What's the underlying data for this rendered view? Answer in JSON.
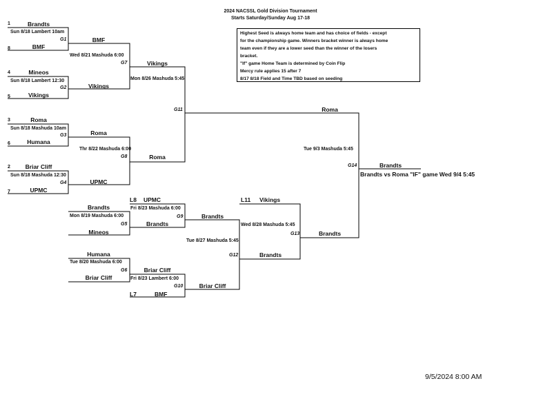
{
  "header": {
    "title": "2024  NACSSL Gold Division Tournament",
    "subtitle": "Starts Saturday/Sunday Aug 17-18"
  },
  "notes": [
    "Highest Seed is always home team and has choice of fields - except",
    "for the championship game. Winners bracket winner is always home",
    "team even if they are a lower seed than the winner of the losers",
    "bracket.",
    "\"If\" game Home Team is determined by Coin Flip",
    "Mercy rule applies 15 after 7",
    "8/17 8/18 Field and Time TBD based on seeding"
  ],
  "seeds": [
    {
      "seed": "1",
      "team": "Brandts"
    },
    {
      "seed": "8",
      "team": "BMF"
    },
    {
      "seed": "4",
      "team": "Mineos"
    },
    {
      "seed": "5",
      "team": "Vikings"
    },
    {
      "seed": "3",
      "team": "Roma"
    },
    {
      "seed": "6",
      "team": "Humana"
    },
    {
      "seed": "2",
      "team": "Briar Cliff"
    },
    {
      "seed": "7",
      "team": "UPMC"
    }
  ],
  "games": {
    "g1": {
      "label": "G1",
      "info": "Sun 8/18 Lambert 10am",
      "winner": "BMF"
    },
    "g2": {
      "label": "G2",
      "info": "Sun 8/18 Lambert 12:30",
      "winner": "Vikings"
    },
    "g3": {
      "label": "G3",
      "info": "Sun 8/18 Mashuda 10am",
      "winner": "Roma"
    },
    "g4": {
      "label": "G4",
      "info": "Sun 8/18 Mashuda 12:30",
      "winner": "UPMC"
    },
    "g7": {
      "label": "G7",
      "info": "Wed 8/21 Mashuda 6:00",
      "winner": "Vikings"
    },
    "g8": {
      "label": "G8",
      "info": "Thr 8/22 Mashuda 6:00",
      "winner": "Roma"
    },
    "g11": {
      "label": "G11",
      "info": "Mon 8/26 Mashuda 5:45",
      "winner": "Roma"
    },
    "g5": {
      "label": "G5",
      "info": "Mon 8/19 Mashuda 6:00",
      "team_a": "Brandts",
      "team_b": "Mineos",
      "winner": "Brandts"
    },
    "g6": {
      "label": "G6",
      "info": "Tue  8/20 Mashuda 6:00",
      "team_a": "Humana",
      "team_b": "Briar Cliff",
      "winner": "Briar Cliff"
    },
    "g9": {
      "label": "G9",
      "info": "Fri 8/23 Mashuda 6:00",
      "loser_tag": "L8",
      "loser_team": "UPMC",
      "winner": "Brandts"
    },
    "g10": {
      "label": "G10",
      "info": "Fri 8/23 Lambert 6:00",
      "loser_tag": "L7",
      "loser_team": "BMF",
      "winner": "Briar Cliff"
    },
    "g12": {
      "label": "G12",
      "info": "Tue 8/27 Mashuda 5:45",
      "winner": "Brandts"
    },
    "g13": {
      "label": "G13",
      "info": "Wed 8/28 Mashuda 5:45",
      "loser_tag": "L11",
      "loser_team": "Vikings",
      "winner": "Brandts"
    },
    "g14": {
      "label": "G14",
      "info": "Tue 9/3 Mashuda 5:45",
      "winner": "Brandts"
    }
  },
  "if_game": "Brandts vs Roma   \"IF\" game Wed 9/4 5:45",
  "timestamp": "9/5/2024 8:00 AM"
}
